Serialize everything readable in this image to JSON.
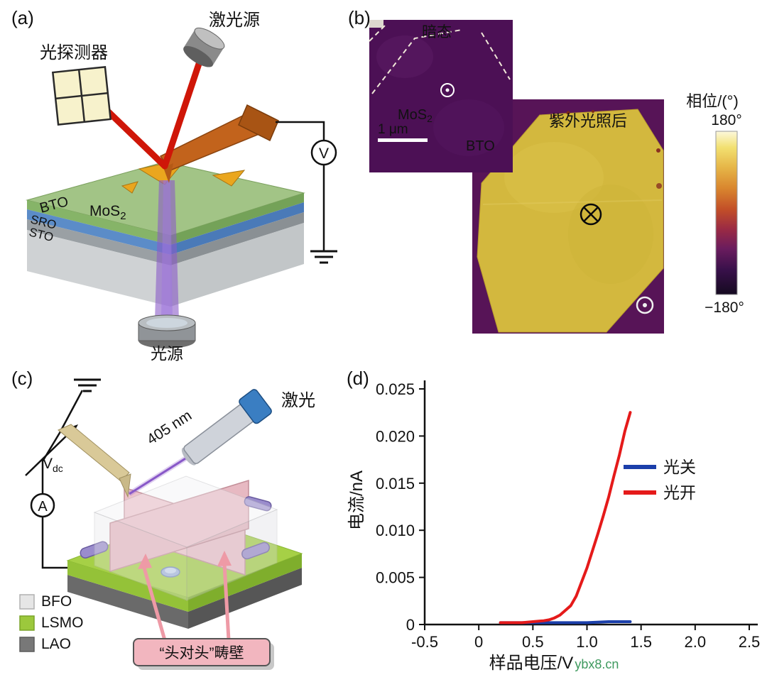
{
  "panels": {
    "a": {
      "label": "(a)",
      "laser_source": "激光源",
      "photodetector": "光探测器",
      "light_source": "光源",
      "mos2": {
        "base": "MoS",
        "sub": "2"
      },
      "layer_top": "BTO",
      "layer_mid": "SRO",
      "layer_bottom": "STO",
      "voltmeter": "V"
    },
    "b": {
      "label": "(b)",
      "inset": {
        "state_label": "暗态",
        "mos2": {
          "base": "MoS",
          "sub": "2"
        },
        "scale_bar": "1 μm",
        "substrate": "BTO"
      },
      "main": {
        "state_label": "紫外光照后"
      },
      "colorbar": {
        "title": "相位/(°)",
        "max": "180°",
        "min": "−180°"
      }
    },
    "c": {
      "label": "(c)",
      "wavelength": "405 nm",
      "laser": "激光",
      "bias": {
        "base": "V",
        "sub": "dc"
      },
      "ammeter": "A",
      "legend": [
        {
          "name": "BFO",
          "color": "#e6e6e6"
        },
        {
          "name": "LSMO",
          "color": "#9cc83c"
        },
        {
          "name": "LAO",
          "color": "#787878"
        }
      ],
      "domain_wall": "“头对头”畴壁"
    },
    "d": {
      "label": "(d)"
    }
  },
  "chart_data": {
    "type": "line",
    "title": "",
    "xlabel": "样品电压/V",
    "ylabel": "电流/nA",
    "watermark": "ybx8.cn",
    "watermark_color": "#3f9a5f",
    "xlim": [
      -0.5,
      2.5
    ],
    "ylim": [
      0,
      0.025
    ],
    "xticks": [
      -0.5,
      0,
      0.5,
      1.0,
      1.5,
      2.0,
      2.5
    ],
    "xtick_labels": [
      "-0.5",
      "0",
      "0.5",
      "1.0",
      "1.5",
      "2.0",
      "2.5"
    ],
    "yticks": [
      0,
      0.005,
      0.01,
      0.015,
      0.02,
      0.025
    ],
    "ytick_labels": [
      "0",
      "0.005",
      "0.010",
      "0.015",
      "0.020",
      "0.025"
    ],
    "grid": false,
    "legend_position": "middle-right",
    "series": [
      {
        "name": "光关",
        "color": "#1b3faa",
        "x": [
          0.2,
          0.4,
          0.6,
          0.8,
          1.0,
          1.2,
          1.4
        ],
        "y": [
          0.0002,
          0.0002,
          0.0002,
          0.0002,
          0.0002,
          0.0003,
          0.0003
        ]
      },
      {
        "name": "光开",
        "color": "#e51a1a",
        "x": [
          0.2,
          0.3,
          0.4,
          0.5,
          0.6,
          0.65,
          0.7,
          0.75,
          0.8,
          0.85,
          0.9,
          0.95,
          1.0,
          1.05,
          1.1,
          1.15,
          1.2,
          1.25,
          1.3,
          1.35,
          1.4
        ],
        "y": [
          0.0002,
          0.0002,
          0.0002,
          0.0003,
          0.0004,
          0.0005,
          0.0007,
          0.001,
          0.0015,
          0.002,
          0.003,
          0.0045,
          0.006,
          0.0078,
          0.0096,
          0.0115,
          0.0135,
          0.0158,
          0.018,
          0.0205,
          0.0225
        ]
      }
    ]
  }
}
